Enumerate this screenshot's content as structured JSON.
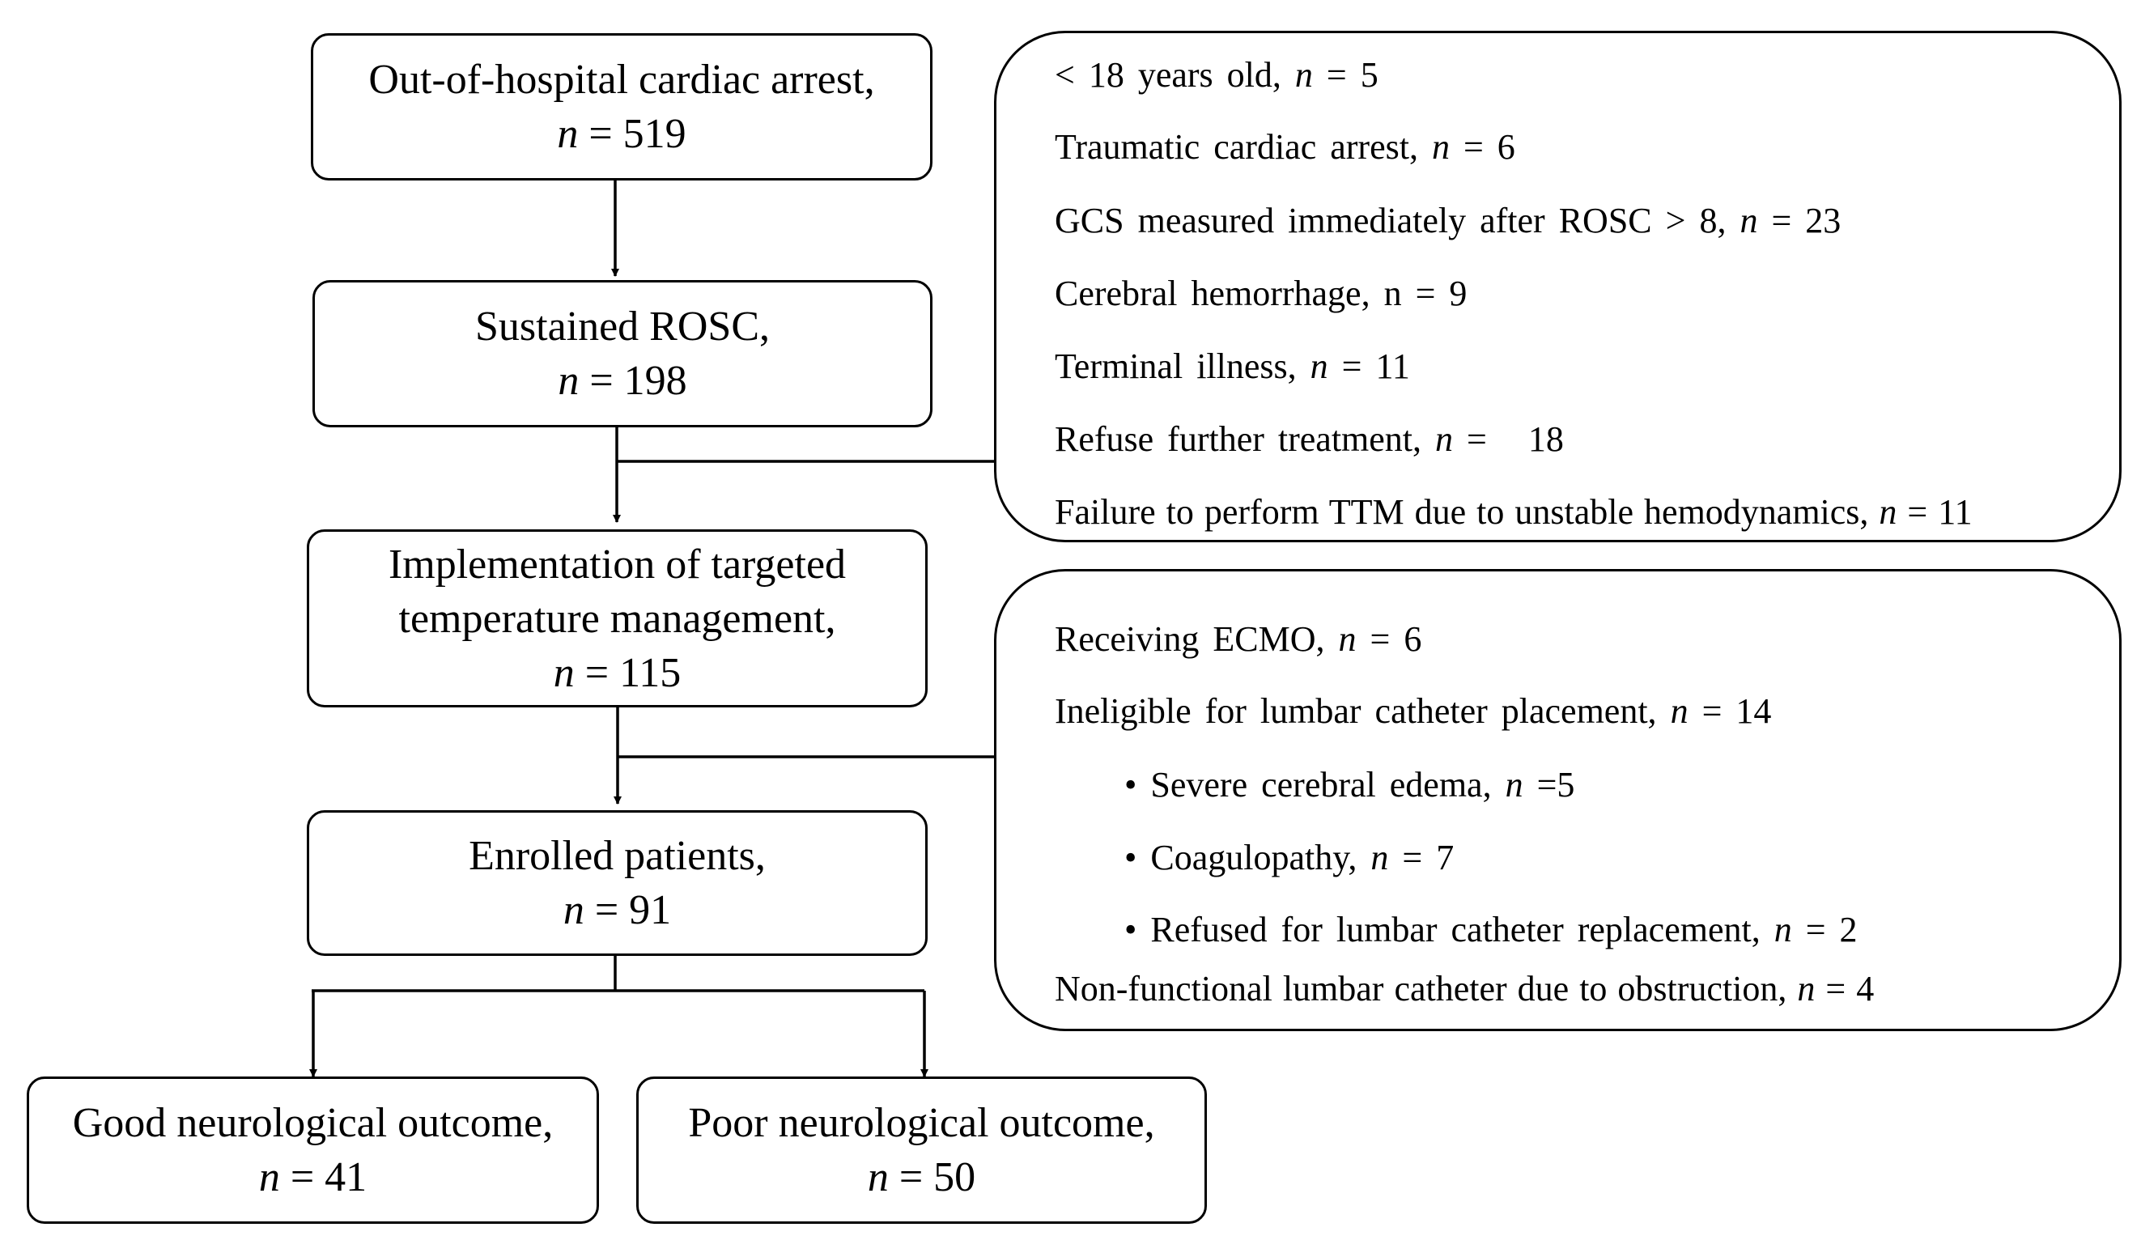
{
  "flow": {
    "out_of_hospital": {
      "label": "Out-of-hospital cardiac arrest,",
      "n_symbol": "n",
      "n_value": "= 519"
    },
    "sustained_rosc": {
      "label": "Sustained ROSC,",
      "n_symbol": "n",
      "n_value": "= 198"
    },
    "ttm": {
      "label_line1": "Implementation of targeted",
      "label_line2": "temperature management,",
      "n_symbol": "n",
      "n_value": "= 115"
    },
    "enrolled": {
      "label": "Enrolled patients,",
      "n_symbol": "n",
      "n_value": "= 91"
    },
    "good_outcome": {
      "label": "Good neurological outcome,",
      "n_symbol": "n",
      "n_value": "= 41"
    },
    "poor_outcome": {
      "label": "Poor neurological outcome,",
      "n_symbol": "n",
      "n_value": "= 50"
    }
  },
  "exclusions_1": [
    {
      "text": "< 18 years old, ",
      "n_symbol": "n",
      "n_value": " = 5"
    },
    {
      "text": "Traumatic cardiac arrest, ",
      "n_symbol": "n",
      "n_value": " = 6"
    },
    {
      "text": "GCS measured immediately after ROSC > 8, ",
      "n_symbol": "n",
      "n_value": " = 23"
    },
    {
      "text": "Cerebral hemorrhage, ",
      "n_symbol": "",
      "n_value": " n = 9"
    },
    {
      "text": "Terminal illness, ",
      "n_symbol": "n",
      "n_value": " = 11"
    },
    {
      "text": "Refuse further treatment, ",
      "n_symbol": "n",
      "n_value": " =   18"
    },
    {
      "text": "Failure to perform TTM due to unstable hemodynamics, ",
      "n_symbol": "n",
      "n_value": " = 11"
    }
  ],
  "exclusions_2": [
    {
      "text": "Receiving ECMO, ",
      "n_symbol": "n",
      "n_value": " = 6"
    },
    {
      "text": "Ineligible for lumbar catheter placement, ",
      "n_symbol": "n",
      "n_value": " = 14"
    },
    {
      "text": "• Severe cerebral edema, ",
      "n_symbol": "n",
      "n_value": " =5"
    },
    {
      "text": "• Coagulopathy, ",
      "n_symbol": "n",
      "n_value": " = 7"
    },
    {
      "text": "• Refused for lumbar catheter replacement, ",
      "n_symbol": "n",
      "n_value": " = 2"
    },
    {
      "text": "Non-functional lumbar catheter due to obstruction, ",
      "n_symbol": "n",
      "n_value": " = 4"
    }
  ]
}
